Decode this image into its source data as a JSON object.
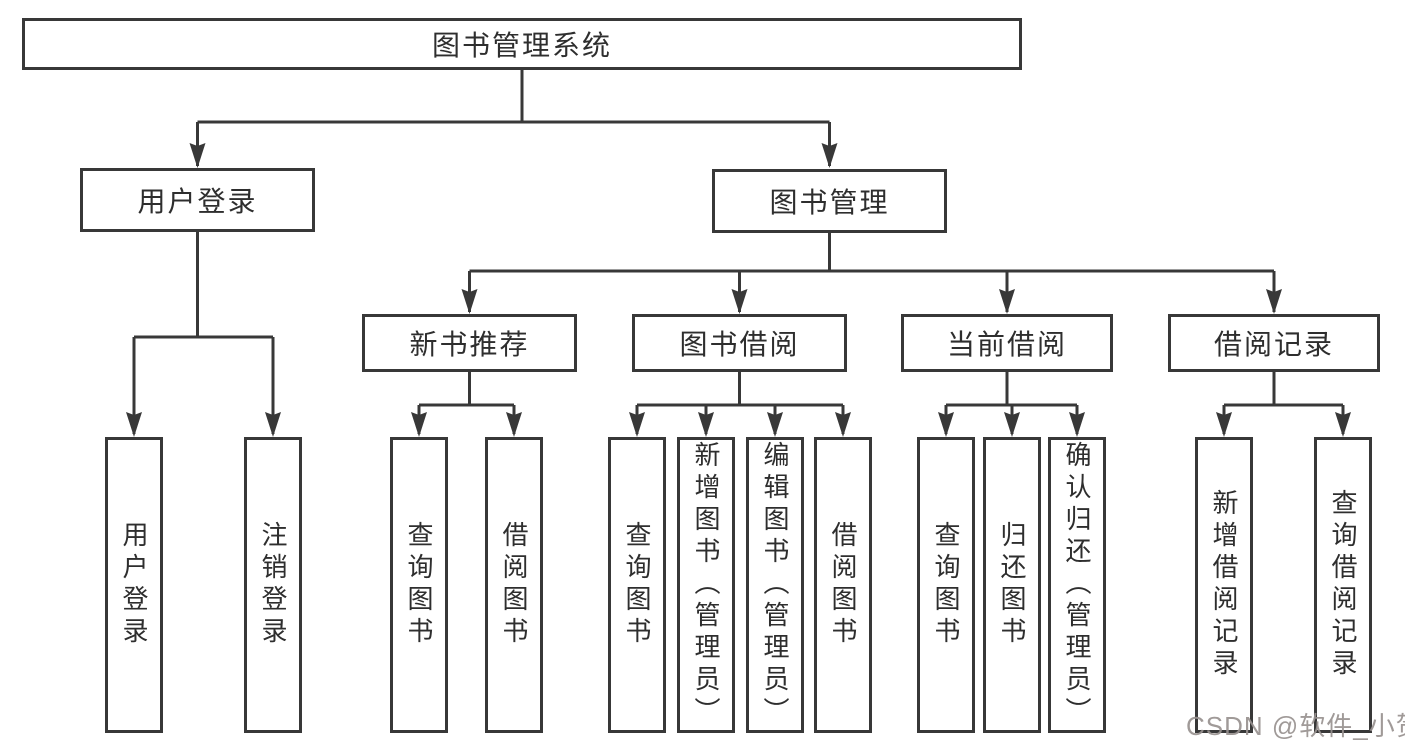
{
  "page": {
    "background": "#ffffff"
  },
  "diagram": {
    "title": "图书管理系统",
    "colors": {
      "line": "#383838",
      "box_border": "#383838",
      "box_fill": "#ffffff",
      "text": "#2e2e2e",
      "watermark": "#989290"
    },
    "tree": {
      "label": "图书管理系统",
      "children": [
        {
          "label": "用户登录",
          "children": [
            {
              "label": "用户登录"
            },
            {
              "label": "注销登录"
            }
          ]
        },
        {
          "label": "图书管理",
          "children": [
            {
              "label": "新书推荐",
              "children": [
                {
                  "label": "查询图书"
                },
                {
                  "label": "借阅图书"
                }
              ]
            },
            {
              "label": "图书借阅",
              "children": [
                {
                  "label": "查询图书"
                },
                {
                  "label": "新增图书（管理员）"
                },
                {
                  "label": "编辑图书（管理员）"
                },
                {
                  "label": "借阅图书"
                }
              ]
            },
            {
              "label": "当前借阅",
              "children": [
                {
                  "label": "查询图书"
                },
                {
                  "label": "归还图书"
                },
                {
                  "label": "确认归还（管理员）"
                }
              ]
            },
            {
              "label": "借阅记录",
              "children": [
                {
                  "label": "新增借阅记录"
                },
                {
                  "label": "查询借阅记录"
                }
              ]
            }
          ]
        }
      ]
    }
  },
  "watermark": {
    "text": "CSDN @软件_小贺同学"
  }
}
